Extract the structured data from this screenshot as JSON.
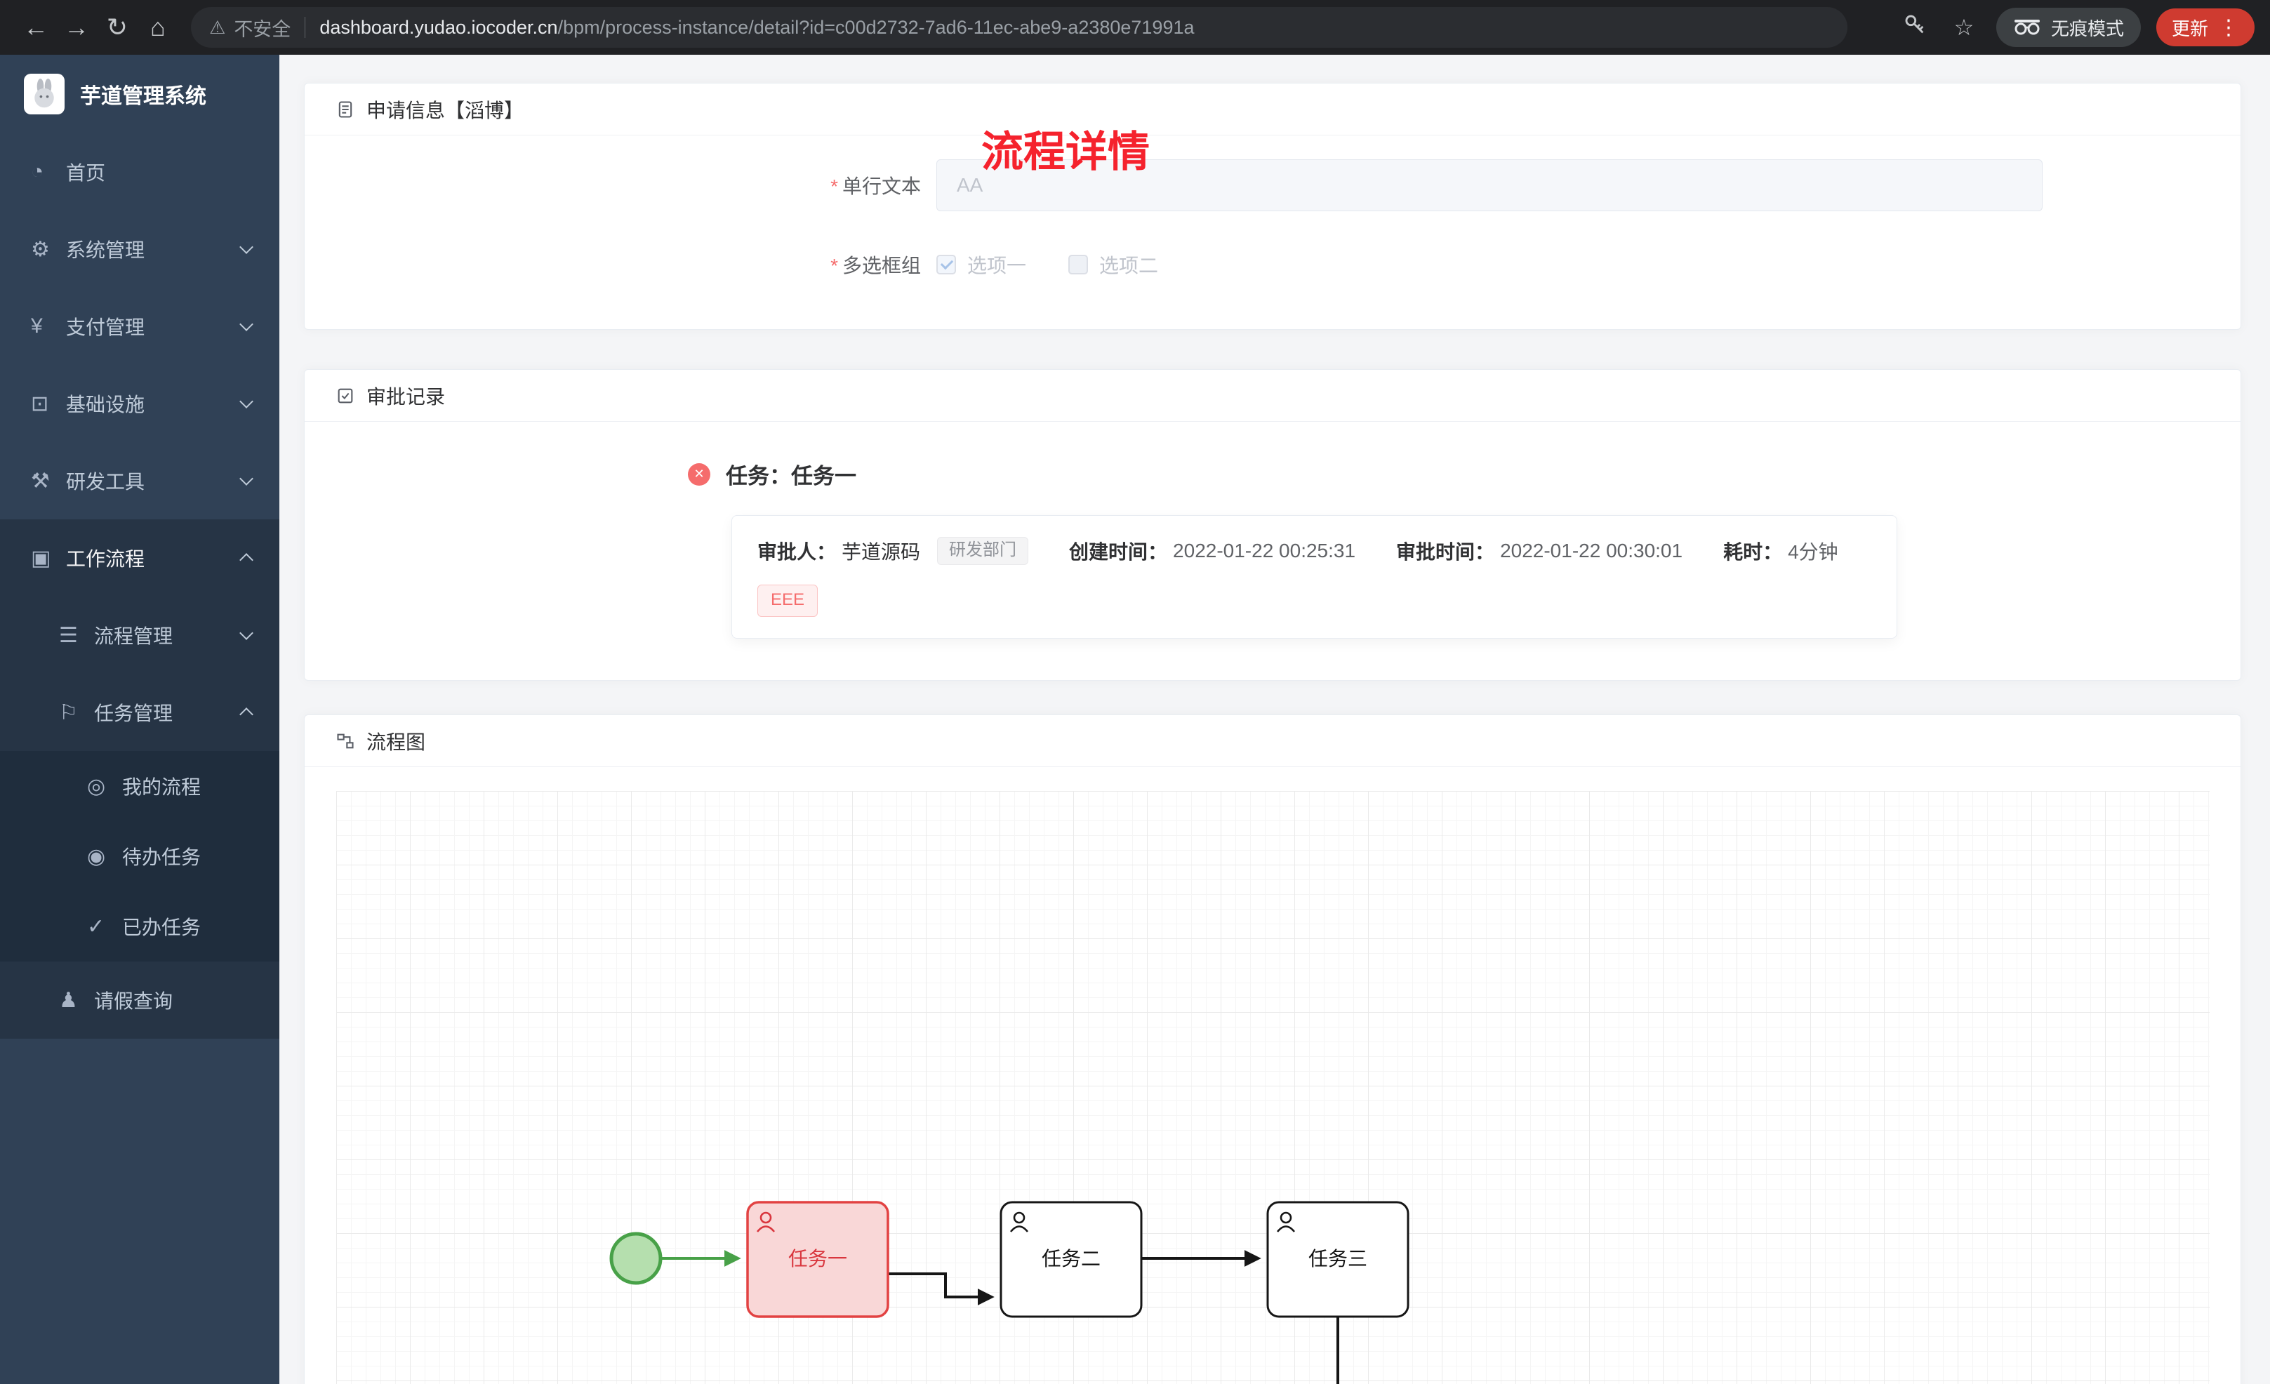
{
  "browser": {
    "security_label": "不安全",
    "url_host": "dashboard.yudao.iocoder.cn",
    "url_path": "/bpm/process-instance/detail?id=c00d2732-7ad6-11ec-abe9-a2380e71991a",
    "incognito_label": "无痕模式",
    "update_label": "更新"
  },
  "sidebar": {
    "logo_title": "芋道管理系统",
    "items": [
      {
        "label": "首页"
      },
      {
        "label": "系统管理"
      },
      {
        "label": "支付管理"
      },
      {
        "label": "基础设施"
      },
      {
        "label": "研发工具"
      },
      {
        "label": "工作流程"
      },
      {
        "label": "流程管理"
      },
      {
        "label": "任务管理"
      },
      {
        "label": "我的流程"
      },
      {
        "label": "待办任务"
      },
      {
        "label": "已办任务"
      },
      {
        "label": "请假查询"
      }
    ]
  },
  "page": {
    "title": "流程详情"
  },
  "apply_card": {
    "title": "申请信息【滔博】",
    "text_field": {
      "label": "单行文本",
      "placeholder": "AA"
    },
    "checkbox_field": {
      "label": "多选框组",
      "options": [
        {
          "label": "选项一",
          "checked": true
        },
        {
          "label": "选项二",
          "checked": false
        }
      ]
    }
  },
  "approval_card": {
    "title": "审批记录",
    "task_title": "任务：任务一",
    "fields": [
      {
        "label": "审批人：",
        "value": "芋道源码"
      },
      {
        "label": "创建时间：",
        "value": "2022-01-22 00:25:31"
      },
      {
        "label": "审批时间：",
        "value": "2022-01-22 00:30:01"
      },
      {
        "label": "耗时：",
        "value": "4分钟"
      }
    ],
    "dept_tag": "研发部门",
    "comment_tag": "EEE"
  },
  "diagram_card": {
    "title": "流程图",
    "tasks": [
      "任务一",
      "任务二",
      "任务三"
    ]
  },
  "colors": {
    "accent_red": "#f5222d",
    "task_highlight_border": "#e24242",
    "task_highlight_fill": "#f9d7d7",
    "start_event_green": "#48a148",
    "sidebar_bg": "#304156",
    "update_button_bg": "#cf3b30"
  }
}
